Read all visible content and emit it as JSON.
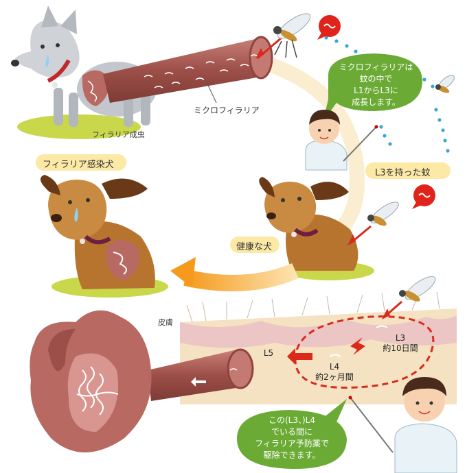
{
  "labels": {
    "microfilaria": "ミクロフィラリア",
    "adult_worm": "フィラリア成虫",
    "infected_dog": "フィラリア感染犬",
    "l3_mosquito": "L3を持った蚊",
    "healthy_dog": "健康な犬",
    "skin": "皮膚"
  },
  "bubble_top": {
    "lines": [
      "ミクロフィラリアは",
      "蚊の中で",
      "L1からL3に",
      "成長します。"
    ]
  },
  "bubble_bottom": {
    "lines": [
      "この(L3、)L4",
      "でいる間に",
      "フィラリア予防薬で",
      "駆除できます。"
    ]
  },
  "stages": {
    "l3": {
      "name": "L3",
      "duration": "約10日間"
    },
    "l4": {
      "name": "L4",
      "duration": "約2ヶ月間"
    },
    "l5": {
      "name": "L5"
    }
  },
  "colors": {
    "green_bubble": "#6bab35",
    "label_pill": "#fde9a6",
    "vessel": "#a35a53",
    "heart": "#b86a62",
    "arrow_red": "#d92a1c",
    "orange_arrow": "#f6a02a",
    "grass": "#c8d84a",
    "blue_dots": "#3aa7d9",
    "skin": "#f1d9b3"
  }
}
